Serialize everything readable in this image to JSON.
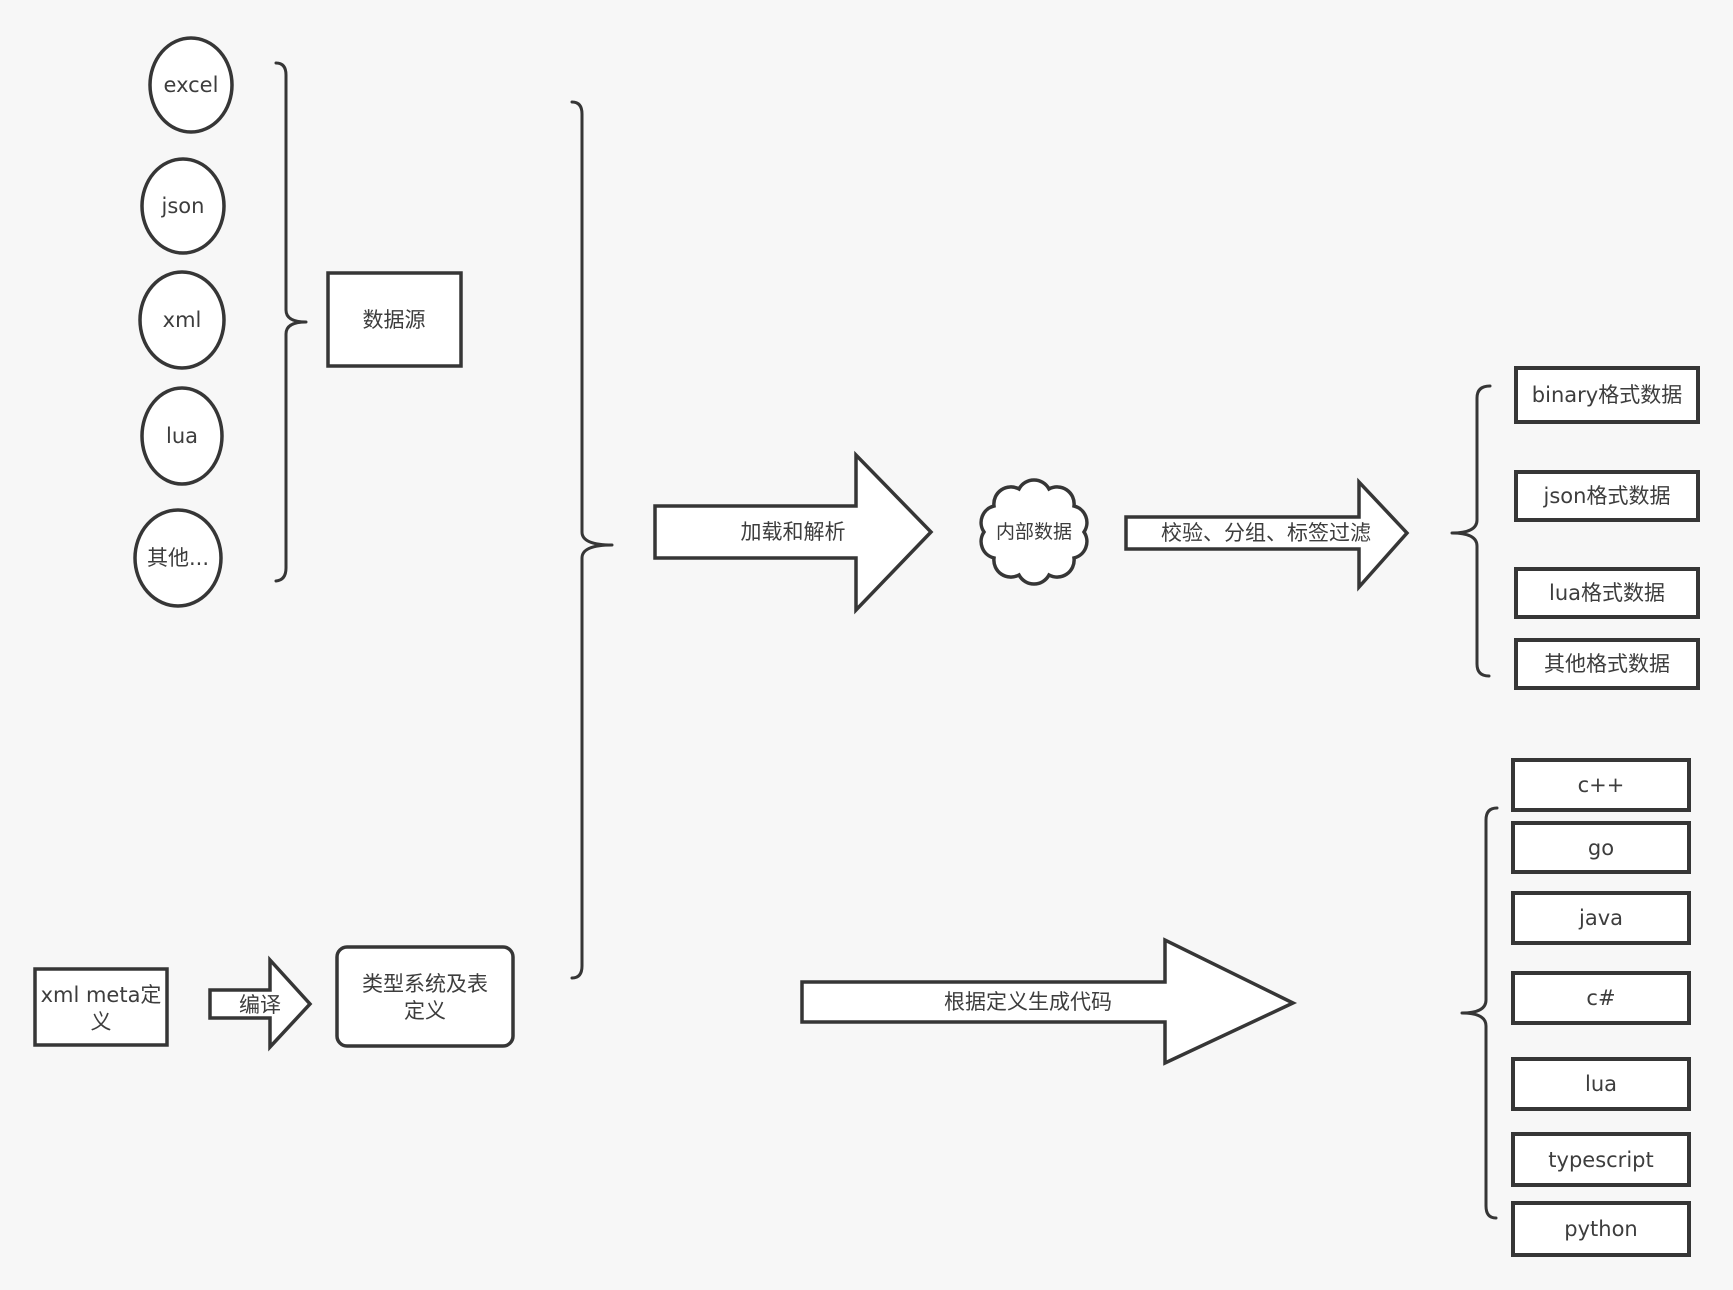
{
  "canvas": {
    "background": "#f7f7f7",
    "stroke_color": "#363636",
    "shape_fill": "#ffffff",
    "text_color": "#3d3d3d"
  },
  "sources": {
    "group_label": "数据源",
    "items": [
      "excel",
      "json",
      "xml",
      "lua",
      "其他..."
    ]
  },
  "flow": {
    "load_parse": "加载和解析",
    "internal_data": "内部数据",
    "filter": "校验、分组、标签过滤",
    "compile": "编译",
    "codegen": "根据定义生成代码"
  },
  "data_formats": [
    "binary格式数据",
    "json格式数据",
    "lua格式数据",
    "其他格式数据"
  ],
  "definitions": {
    "xml_meta_lines": [
      "xml meta定",
      "义"
    ],
    "type_system_lines": [
      "类型系统及表",
      "定义"
    ]
  },
  "languages": [
    "c++",
    "go",
    "java",
    "c#",
    "lua",
    "typescript",
    "python"
  ]
}
